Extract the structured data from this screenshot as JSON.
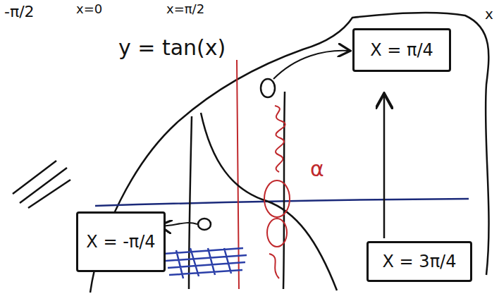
{
  "diagram": {
    "nodes": [
      {
        "text": [
          "X = π/4"
        ]
      },
      {
        "text": [
          "X = -π/4"
        ]
      },
      {
        "text": [
          "X = 3π/4"
        ]
      }
    ],
    "labels": [
      "-π/2",
      "x=0",
      "x=π/2",
      "y = tan(x)",
      "α",
      "x"
    ]
  }
}
